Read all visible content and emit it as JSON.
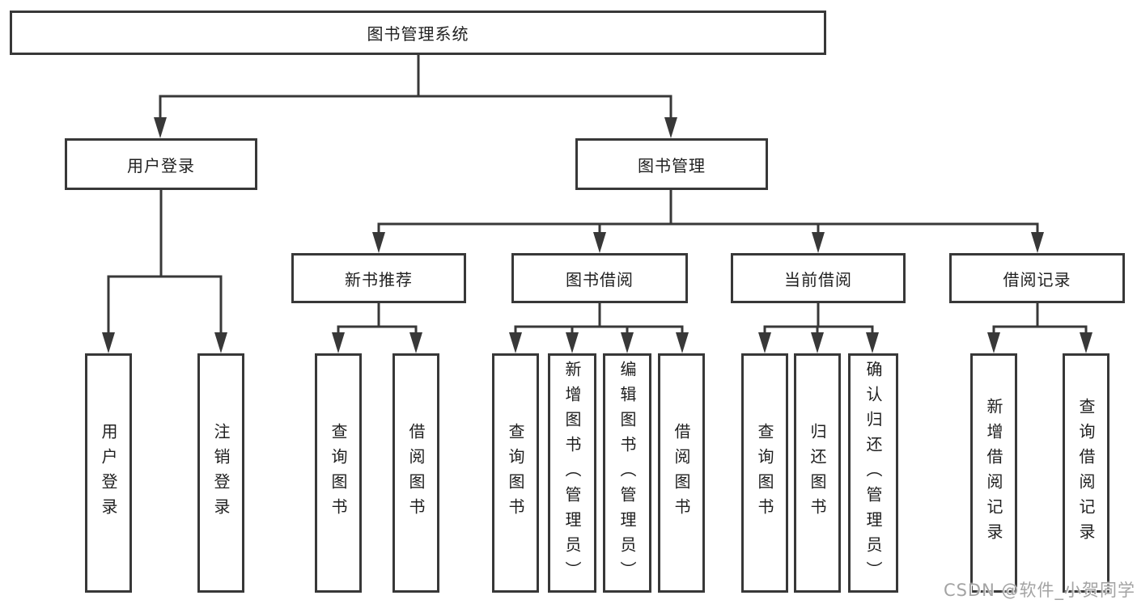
{
  "diagram_type": "hierarchy-tree",
  "tree": {
    "root": {
      "label": "图书管理系统"
    },
    "branches": [
      {
        "label": "用户登录",
        "children": [
          {
            "label": "用户登录"
          },
          {
            "label": "注销登录"
          }
        ]
      },
      {
        "label": "图书管理",
        "children": [
          {
            "label": "新书推荐",
            "children": [
              {
                "label": "查询图书"
              },
              {
                "label": "借阅图书"
              }
            ]
          },
          {
            "label": "图书借阅",
            "children": [
              {
                "label": "查询图书"
              },
              {
                "label": "新增图书（管理员）"
              },
              {
                "label": "编辑图书（管理员）"
              },
              {
                "label": "借阅图书"
              }
            ]
          },
          {
            "label": "当前借阅",
            "children": [
              {
                "label": "查询图书"
              },
              {
                "label": "归还图书"
              },
              {
                "label": "确认归还（管理员）"
              }
            ]
          },
          {
            "label": "借阅记录",
            "children": [
              {
                "label": "新增借阅记录"
              },
              {
                "label": "查询借阅记录"
              }
            ]
          }
        ]
      }
    ]
  },
  "watermark": {
    "text": "CSDN @软件_小贺同学"
  },
  "colors": {
    "line": "#383838",
    "box_border": "#383838",
    "box_fill": "#ffffff",
    "text": "#1f1f1f",
    "watermark": "#a3a3a3",
    "background": "#ffffff"
  }
}
